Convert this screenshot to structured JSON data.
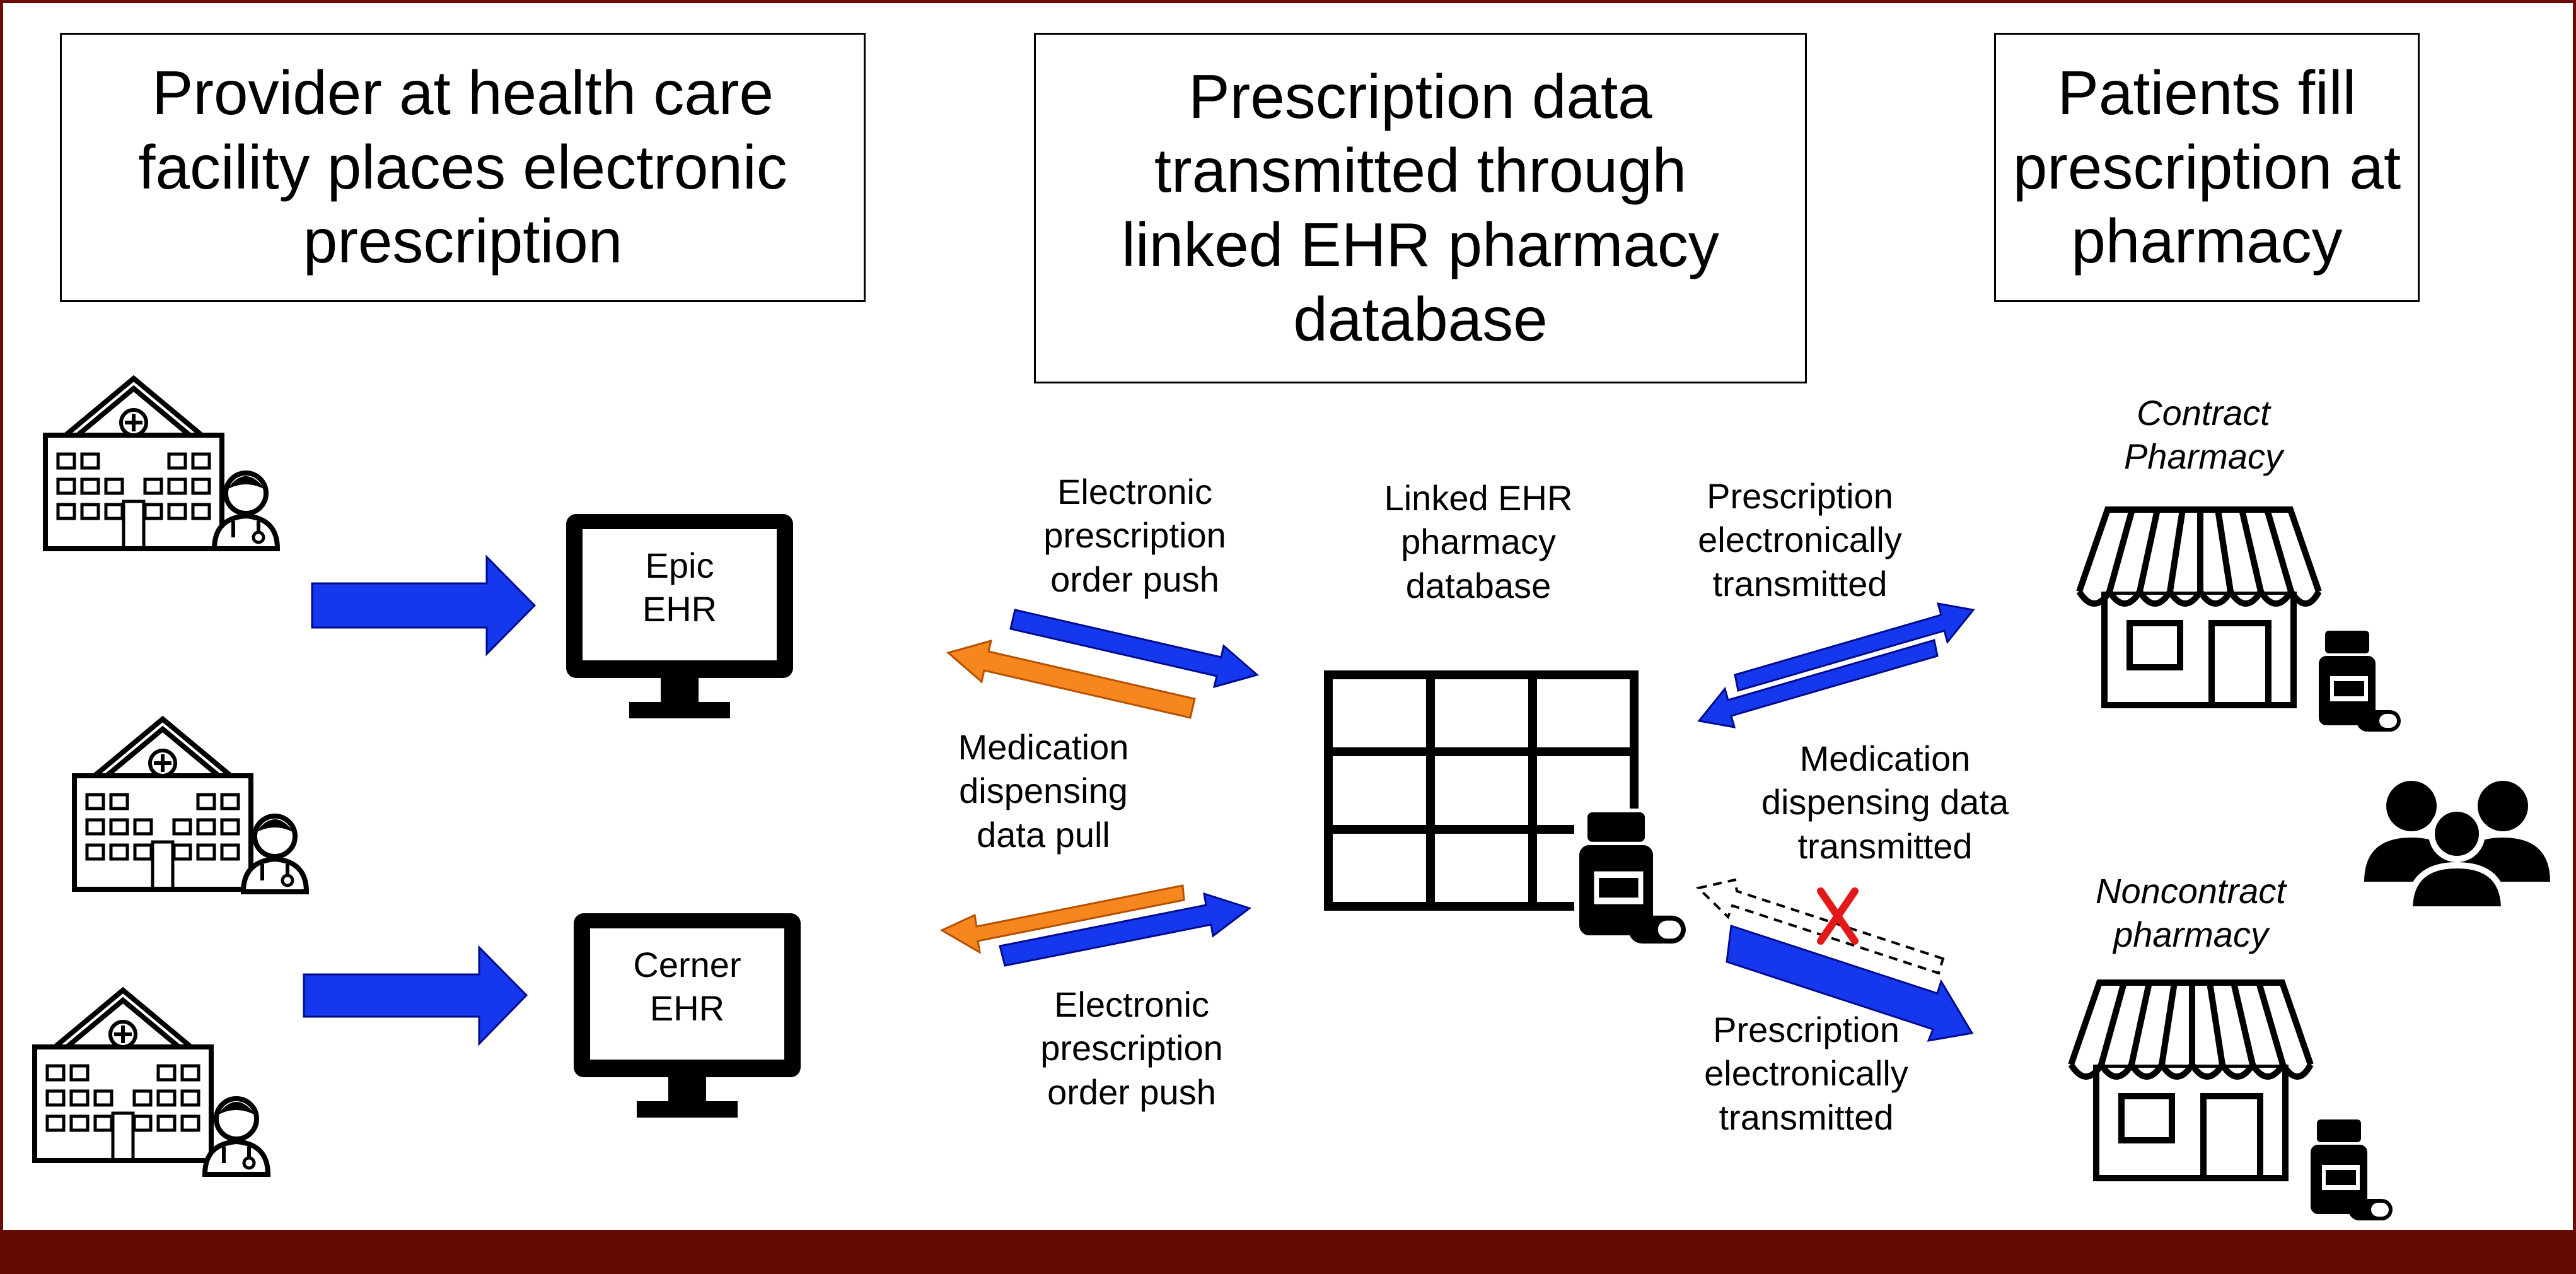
{
  "headers": {
    "left": "Provider at health care\nfacility places electronic\nprescription",
    "center": "Prescription data\ntransmitted through\nlinked EHR pharmacy\ndatabase",
    "right": "Patients fill\nprescription at\npharmacy"
  },
  "ehr": {
    "epic": "Epic\nEHR",
    "cerner": "Cerner\nEHR"
  },
  "flows": {
    "push_top": "Electronic\nprescription\norder push",
    "pull": "Medication\ndispensing\ndata pull",
    "push_bottom": "Electronic\nprescription\norder push",
    "transmitted_top": "Prescription\nelectronically\ntransmitted",
    "dispensing_transmitted": "Medication\ndispensing data\ntransmitted",
    "transmitted_bottom": "Prescription\nelectronically\ntransmitted"
  },
  "database_label": "Linked EHR\npharmacy\ndatabase",
  "pharmacies": {
    "contract": "Contract\nPharmacy",
    "noncontract": "Noncontract\npharmacy"
  },
  "colors": {
    "frame": "#6b0c05",
    "footer": "#640b05",
    "arrow_blue": "#1538ef",
    "arrow_orange": "#f7861e",
    "blocked_x": "#e31919"
  },
  "icons": [
    "hospital-icon",
    "doctor-icon",
    "monitor-icon",
    "database-grid-icon",
    "pill-bottle-icon",
    "storefront-icon",
    "patients-group-icon",
    "blocked-x-icon"
  ]
}
